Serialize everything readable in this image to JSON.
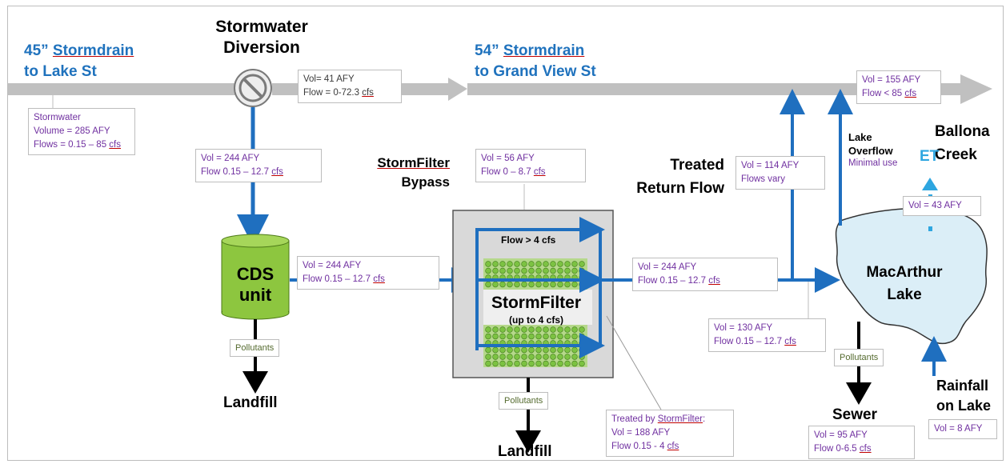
{
  "titles": {
    "stormdrain_45": [
      "45”",
      "Stormdrain"
    ],
    "to_lake_st": "to Lake St",
    "diversion": [
      "Stormwater",
      "Diversion"
    ],
    "stormdrain_54": [
      "54”",
      "Stormdrain"
    ],
    "to_grand_view": "to Grand View St",
    "ballona": [
      "Ballona",
      "Creek"
    ],
    "stormfilter_bypass": [
      "StormFilter",
      "Bypass"
    ],
    "treated_return": [
      "Treated",
      "Return Flow"
    ],
    "cds": [
      "CDS",
      "unit"
    ],
    "stormfilter_main": "StormFilter",
    "stormfilter_sub": "(up to 4 cfs)",
    "flow_gt4": "Flow > 4 cfs",
    "macarthur": [
      "MacArthur",
      "Lake"
    ],
    "landfill": "Landfill",
    "sewer": "Sewer",
    "rainfall": [
      "Rainfall",
      "on Lake"
    ],
    "lake_overflow": [
      "Lake",
      "Overflow"
    ],
    "minimal_use": "Minimal use",
    "et": "ET"
  },
  "boxes": {
    "stormwater": [
      "Stormwater",
      "Volume = 285 AFY",
      "Flows = 0.15 – 85 cfs"
    ],
    "diversion_out": [
      "Vol= 41 AFY",
      "Flow = 0-72.3 cfs"
    ],
    "to_cds": [
      "Vol = 244 AFY",
      "Flow 0.15 – 12.7 cfs"
    ],
    "bypass": [
      "Vol = 56 AFY",
      "Flow 0 – 8.7 cfs"
    ],
    "ballona_in": [
      "Vol = 155 AFY",
      "Flow < 85 cfs"
    ],
    "return_flow": [
      "Vol = 114 AFY",
      "Flows vary"
    ],
    "et_box": "Vol = 43 AFY",
    "cds_out": [
      "Vol = 244 AFY",
      "Flow 0.15 – 12.7 cfs"
    ],
    "filter_out": [
      "Vol = 244 AFY",
      "Flow 0.15 – 12.7 cfs"
    ],
    "to_lake": [
      "Vol = 130 AFY",
      "Flow 0.15 – 12.7 cfs"
    ],
    "treated": [
      "Treated by StormFilter:",
      "Vol = 188 AFY",
      "Flow 0.15 - 4 cfs"
    ],
    "sewer_box": [
      "Vol = 95 AFY",
      "Flow 0-6.5 cfs"
    ],
    "rain_box": "Vol = 8 AFY",
    "pollutants": "Pollutants"
  },
  "colors": {
    "pipe_gray": "#c0c0c0",
    "flow_blue": "#1f6fbf",
    "title_blue": "#1f72bd",
    "value_purple": "#7030a0",
    "cds_green": "#8dc63f",
    "lake_fill": "#dbeef7",
    "filter_bg": "#d9d9d9"
  }
}
